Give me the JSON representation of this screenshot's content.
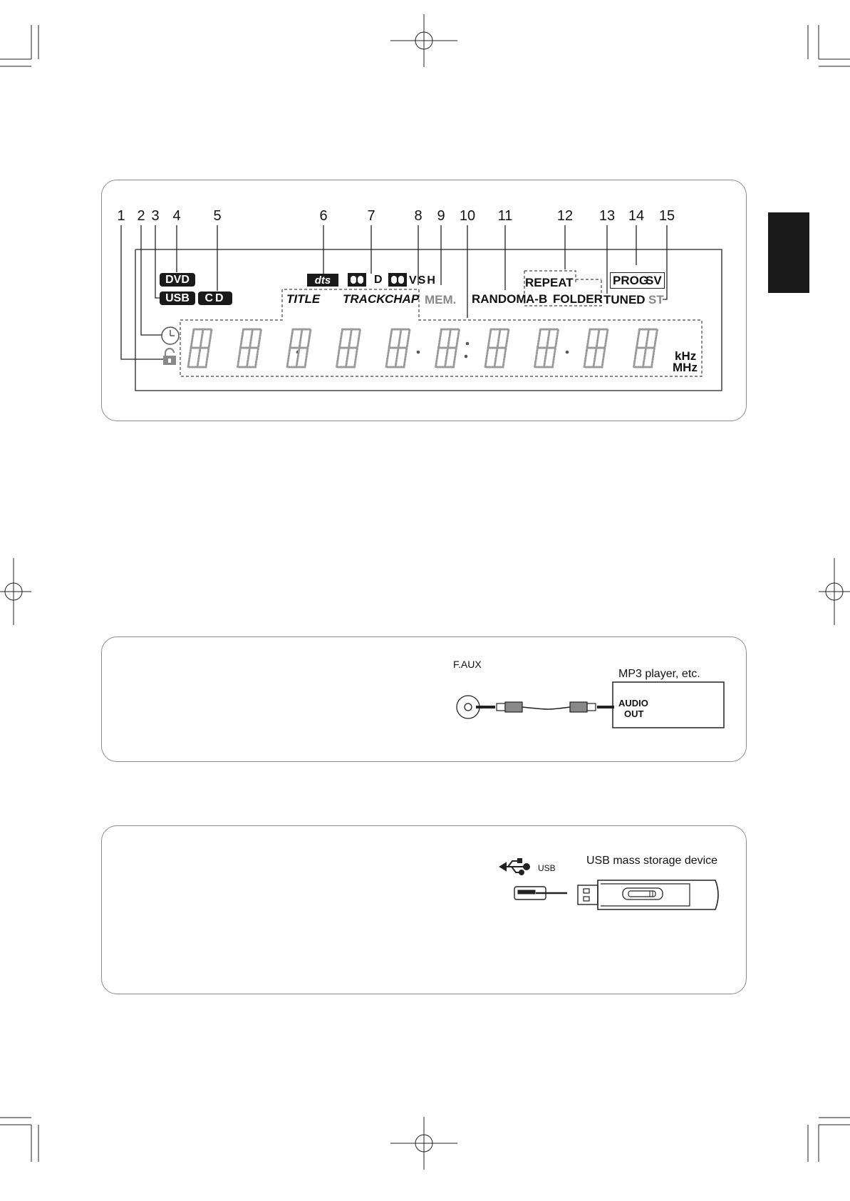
{
  "display": {
    "callout_numbers": [
      "1",
      "2",
      "3",
      "4",
      "5",
      "6",
      "7",
      "8",
      "9",
      "10",
      "11",
      "12",
      "13",
      "14",
      "15"
    ],
    "indicators": {
      "dvd": "DVD",
      "usb": "USB",
      "cd": "CD",
      "dts": "dts",
      "dolby_d": "D",
      "dolby_vsh": "VSH",
      "title": "TITLE",
      "track": "TRACK",
      "chap": "CHAP",
      "mem": "MEM.",
      "random": "RANDOM",
      "repeat": "REPEAT",
      "a_b": "A-B",
      "folder": "FOLDER",
      "tuned": "TUNED",
      "prog": "PROG",
      "sv": "SV",
      "st": "ST",
      "khz": "kHz",
      "mhz": "MHz"
    },
    "digit_count": 10
  },
  "aux_panel": {
    "jack_label": "F.AUX",
    "device_label": "MP3 player, etc.",
    "audio_out_line1": "AUDIO",
    "audio_out_line2": "OUT"
  },
  "usb_panel": {
    "port_label": "USB",
    "device_label": "USB mass storage device"
  },
  "icons": [
    "lock-icon",
    "clock-icon",
    "usb-symbol-icon",
    "registration-mark-icon"
  ]
}
